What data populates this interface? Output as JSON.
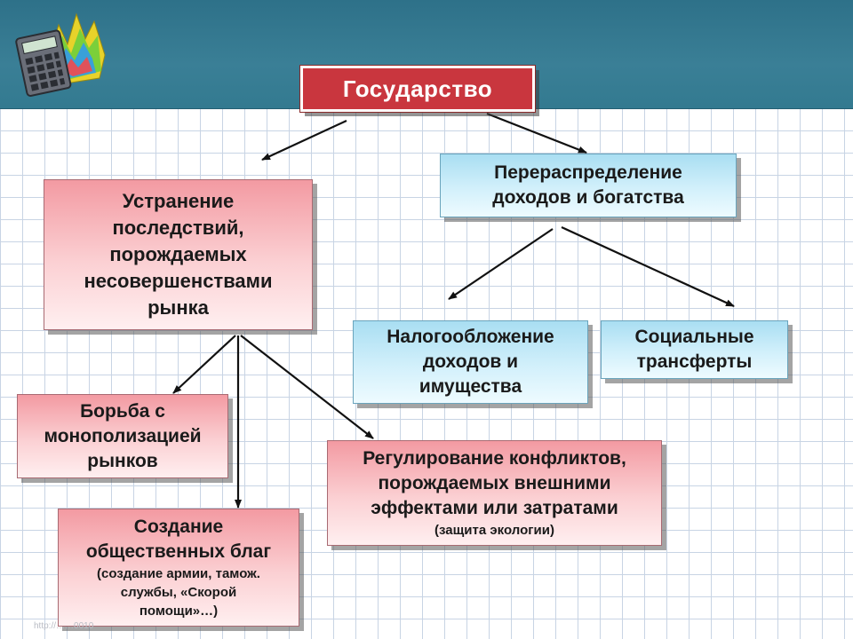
{
  "root": {
    "label": "Государство"
  },
  "branches": {
    "market_failures": {
      "lines": [
        "Устранение",
        "последствий,",
        "порождаемых",
        "несовершенствами",
        "рынка"
      ],
      "children": {
        "monopoly": {
          "lines": [
            "Борьба с",
            "монополизацией",
            "рынков"
          ]
        },
        "public_goods": {
          "lines": [
            "Создание",
            "общественных благ"
          ],
          "note_lines": [
            "(создание армии, тамож.",
            "службы, «Скорой",
            "помощи»…)"
          ]
        },
        "externalities": {
          "lines": [
            "Регулирование конфликтов,",
            "порождаемых внешними",
            "эффектами или затратами"
          ],
          "note_lines": [
            "(защита экологии)"
          ]
        }
      }
    },
    "redistribution": {
      "lines": [
        "Перераспределение",
        "доходов и богатства"
      ],
      "children": {
        "taxation": {
          "lines": [
            "Налогообложение",
            "доходов и",
            "имущества"
          ]
        },
        "transfers": {
          "lines": [
            "Социальные",
            "трансферты"
          ]
        }
      }
    }
  },
  "footer": {
    "url": "http://……0010"
  },
  "colors": {
    "header": "#2e7189",
    "root_fill": "#c9363e",
    "pink_box": "#f39aa2",
    "blue_box": "#a9def2",
    "grid": "#c8d4e4"
  }
}
